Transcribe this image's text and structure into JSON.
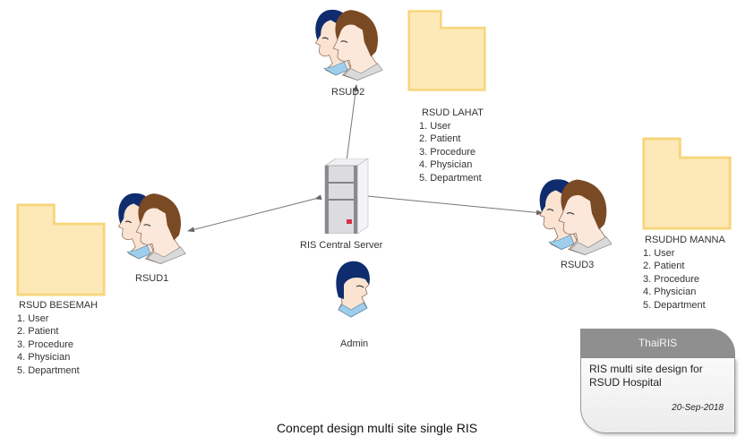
{
  "caption": "Concept design multi site single RIS",
  "server": {
    "label": "RIS Central Server",
    "icon": "server-icon"
  },
  "admin": {
    "label": "Admin",
    "icon": "admin-person-icon"
  },
  "sites": [
    {
      "id": "rsud1",
      "label": "RSUD1",
      "hospital": "RSUD BESEMAH",
      "items": [
        "1. User",
        "2. Patient",
        "3. Procedure",
        "4. Physician",
        "5. Department"
      ]
    },
    {
      "id": "rsud2",
      "label": "RSUD2",
      "hospital": "RSUD LAHAT",
      "items": [
        "1. User",
        "2. Patient",
        "3. Procedure",
        "4. Physician",
        "5. Department"
      ]
    },
    {
      "id": "rsud3",
      "label": "RSUD3",
      "hospital": "RSUDHD MANNA",
      "items": [
        "1. User",
        "2. Patient",
        "3. Procedure",
        "4. Physician",
        "5. Department"
      ]
    }
  ],
  "card": {
    "title": "ThaiRIS",
    "description": "RIS multi site design for RSUD Hospital",
    "date": "20-Sep-2018"
  },
  "colors": {
    "folder_fill": "#fde9b8",
    "folder_stroke": "#f7d57a",
    "connector": "#666666",
    "card_header": "#8f8f8f"
  }
}
